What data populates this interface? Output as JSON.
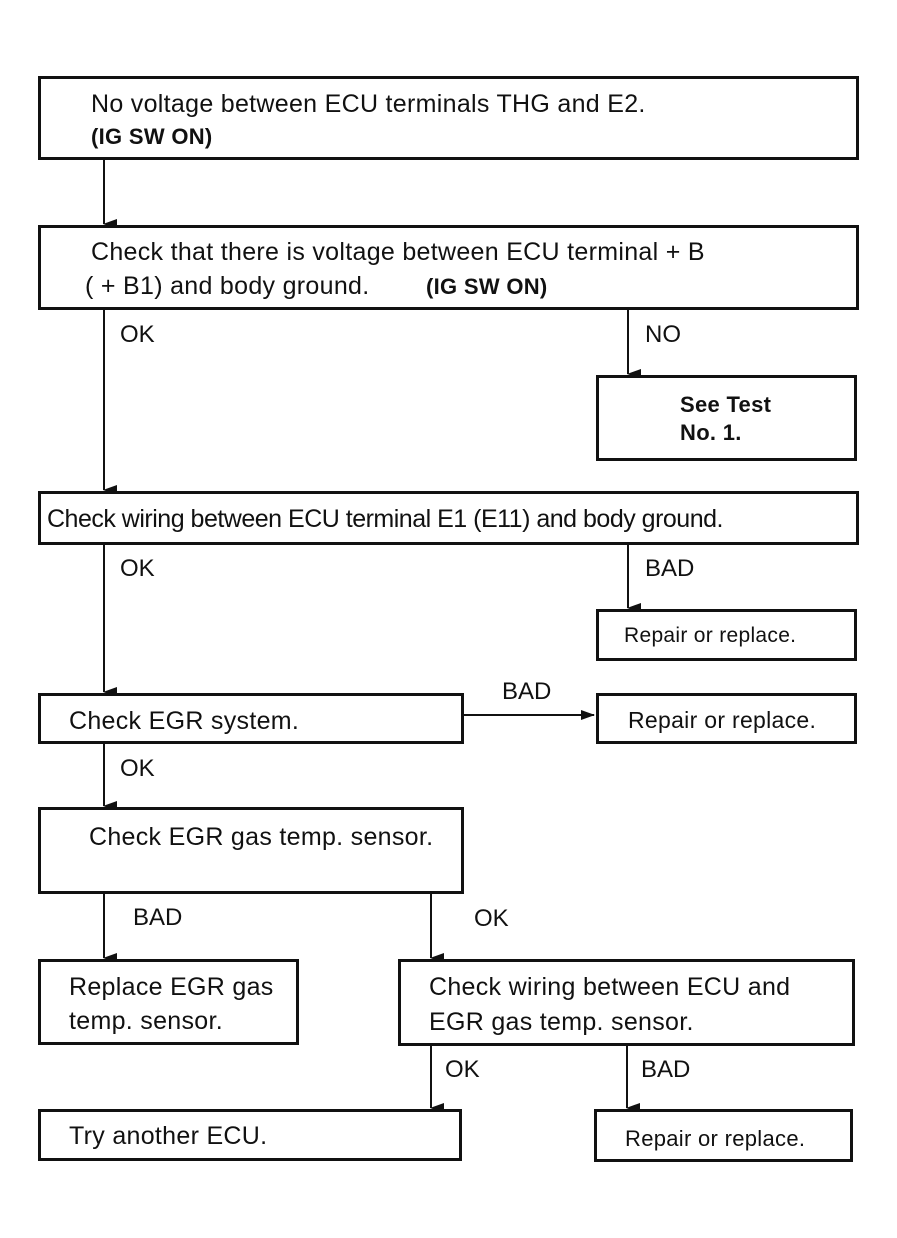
{
  "steps": {
    "start": {
      "line1": "No voltage between ECU terminals THG and E2.",
      "line2": "(IG SW ON)"
    },
    "check_b": {
      "line1": "Check that there is voltage between ECU terminal  + B",
      "line2a": "( + B1) and body ground.",
      "line2b": "(IG SW ON)"
    },
    "see_test": {
      "line1": "See Test",
      "line2": "No. 1."
    },
    "check_e1": {
      "text": "Check wiring between ECU terminal E1 (E11) and body ground."
    },
    "repair_1": {
      "text": "Repair or replace."
    },
    "check_egr": {
      "text": "Check EGR system."
    },
    "repair_2": {
      "text": "Repair or replace."
    },
    "check_sensor": {
      "text": "Check EGR gas temp. sensor."
    },
    "replace_sensor": {
      "line1": "Replace EGR gas",
      "line2": "temp. sensor."
    },
    "check_wiring": {
      "line1": "Check wiring between ECU and",
      "line2": "EGR gas temp. sensor."
    },
    "try_ecu": {
      "text": "Try another ECU."
    },
    "repair_3": {
      "text": "Repair or replace."
    }
  },
  "branch_labels": {
    "b_ok": "OK",
    "b_no": "NO",
    "e1_ok": "OK",
    "e1_bad": "BAD",
    "egr_bad": "BAD",
    "egr_ok": "OK",
    "sensor_bad": "BAD",
    "sensor_ok": "OK",
    "wiring_ok": "OK",
    "wiring_bad": "BAD"
  }
}
